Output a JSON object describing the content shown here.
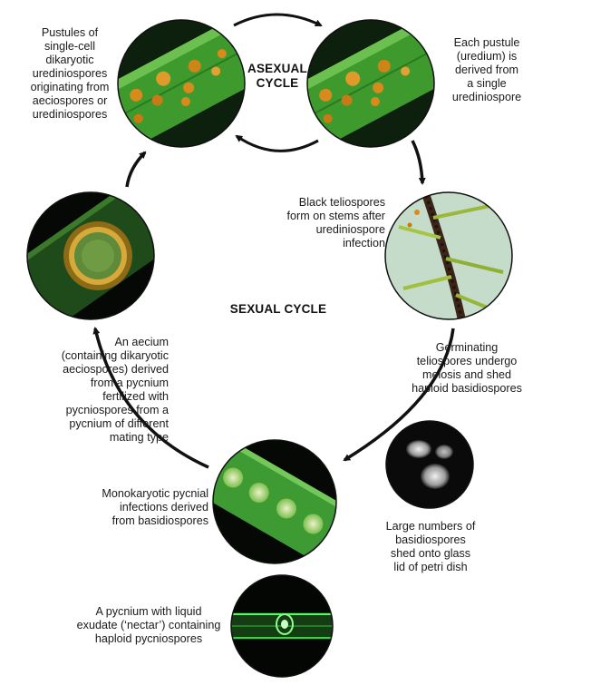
{
  "cycles": {
    "asexual_lines": [
      "ASEXUAL",
      "CYCLE"
    ],
    "sexual": "SEXUAL CYCLE"
  },
  "labels": {
    "pustules": [
      "Pustules of",
      "single-cell",
      "dikaryotic",
      "urediniospores",
      "originating from",
      "aeciospores or",
      "urediniospores"
    ],
    "uredium": [
      "Each pustule",
      "(uredium) is",
      "derived from",
      "a single",
      "urediniospore"
    ],
    "teliospores": [
      "Black teliospores",
      "form on stems after",
      "urediniospore",
      "infection"
    ],
    "germinating": [
      "Germinating",
      "teliospores undergo",
      "meiosis and shed",
      "haploid basidiospores"
    ],
    "aecium": [
      "An aecium",
      "(containing dikaryotic",
      "aeciospores) derived",
      "from a pycnium",
      "fertilized with",
      "pycniospores from a",
      "pycnium of different",
      "mating type"
    ],
    "monokaryotic": [
      "Monokaryotic pycnial",
      "infections derived",
      "from basidiospores"
    ],
    "basidiospores_dish": [
      "Large numbers of",
      "basidiospores",
      "shed onto glass",
      "lid of petri dish"
    ],
    "pycnium": [
      "A pycnium with liquid",
      "exudate (‘nectar’) containing",
      "haploid pycniospores"
    ]
  },
  "colors": {
    "leaf_green": "#3f9a2e",
    "pustule_orange": "#d98a1c",
    "arrow": "#111111",
    "glow_green": "#4dff5a"
  }
}
